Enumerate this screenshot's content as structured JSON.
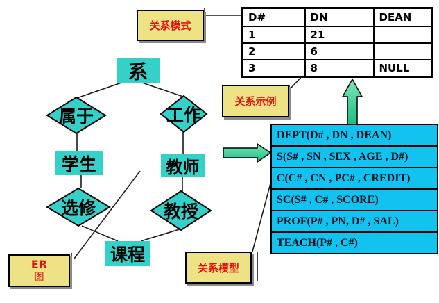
{
  "colors": {
    "turquoise": "#35D1C8",
    "sky-blue": "#12C3F0",
    "label-yellow": "#EDE284",
    "label-red": "#E31212",
    "arrow-green-light": "#7CE6B9",
    "arrow-green-dark": "#1EBC80"
  },
  "er_diagram": {
    "entities": [
      {
        "label": "系"
      },
      {
        "label": "学生"
      },
      {
        "label": "教师"
      },
      {
        "label": "课程"
      }
    ],
    "relationships": [
      {
        "label": "属于"
      },
      {
        "label": "工作"
      },
      {
        "label": "选修"
      },
      {
        "label": "教授"
      }
    ]
  },
  "callouts": {
    "schema": "关系模式",
    "example": "关系示例",
    "model": "关系模型",
    "er_line1": "ER",
    "er_line2": "图"
  },
  "relation_table": {
    "headers": [
      "D#",
      "DN",
      "DEAN"
    ],
    "rows": [
      [
        "1",
        "21",
        ""
      ],
      [
        "2",
        "6",
        ""
      ],
      [
        "3",
        "8",
        "NULL"
      ]
    ]
  },
  "relational_model": {
    "rows": [
      "DEPT(D# , DN , DEAN)",
      "S(S# , SN , SEX , AGE , D#)",
      "C(C# , CN , PC# , CREDIT)",
      "SC(S# , C# , SCORE)",
      "PROF(P# , PN, D# , SAL)",
      "TEACH(P# , C#)"
    ]
  }
}
